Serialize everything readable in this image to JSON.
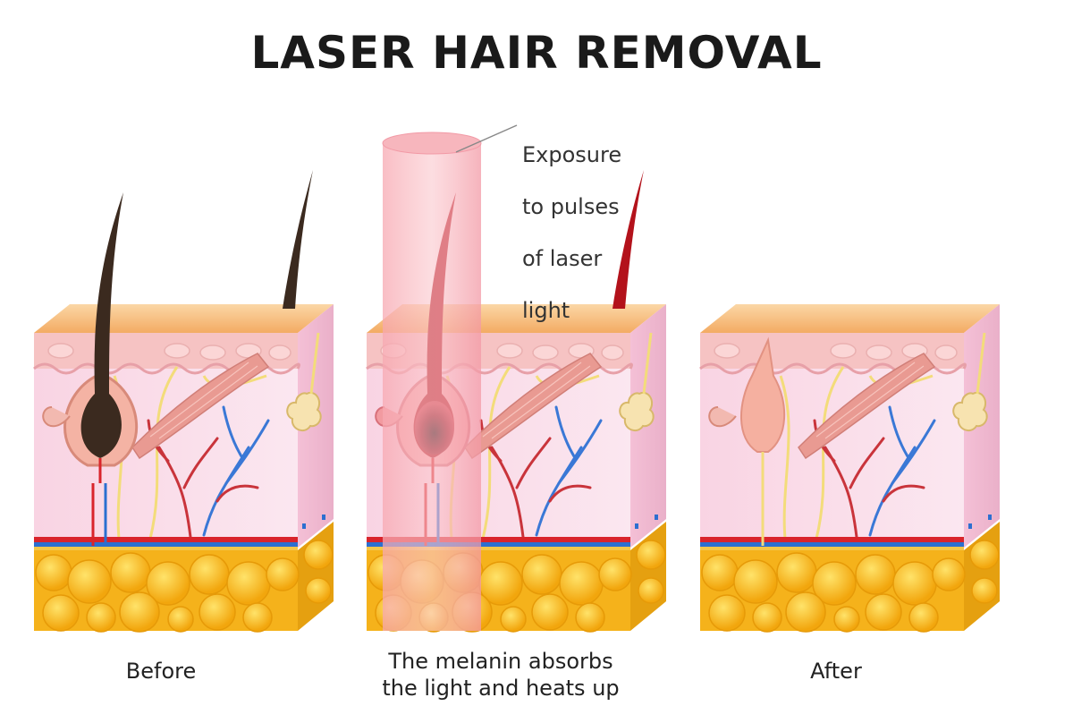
{
  "title": "LASER HAIR REMOVAL",
  "callout": {
    "line1": "Exposure",
    "line2": "to pulses",
    "line3": "of laser",
    "line4": "light"
  },
  "panels": [
    {
      "caption_line1": "Before",
      "caption_line2": ""
    },
    {
      "caption_line1": "The melanin absorbs",
      "caption_line2": "the light and heats up"
    },
    {
      "caption_line1": "After",
      "caption_line2": ""
    }
  ],
  "colors": {
    "skin_top": "#f6bd7f",
    "skin_side": "#f2c9d6",
    "dermis": "#f9dde8",
    "fat": "#f5b21b",
    "hair_before": "#3b2a1f",
    "hair_heated": "#b3121b",
    "laser_beam": "#f28b96",
    "artery": "#d9242b",
    "vein": "#2c6fd0"
  },
  "icons": [
    "laser-beam-icon",
    "hair-icon",
    "follicle-icon",
    "blood-vessel-icon",
    "fat-cell-icon"
  ]
}
